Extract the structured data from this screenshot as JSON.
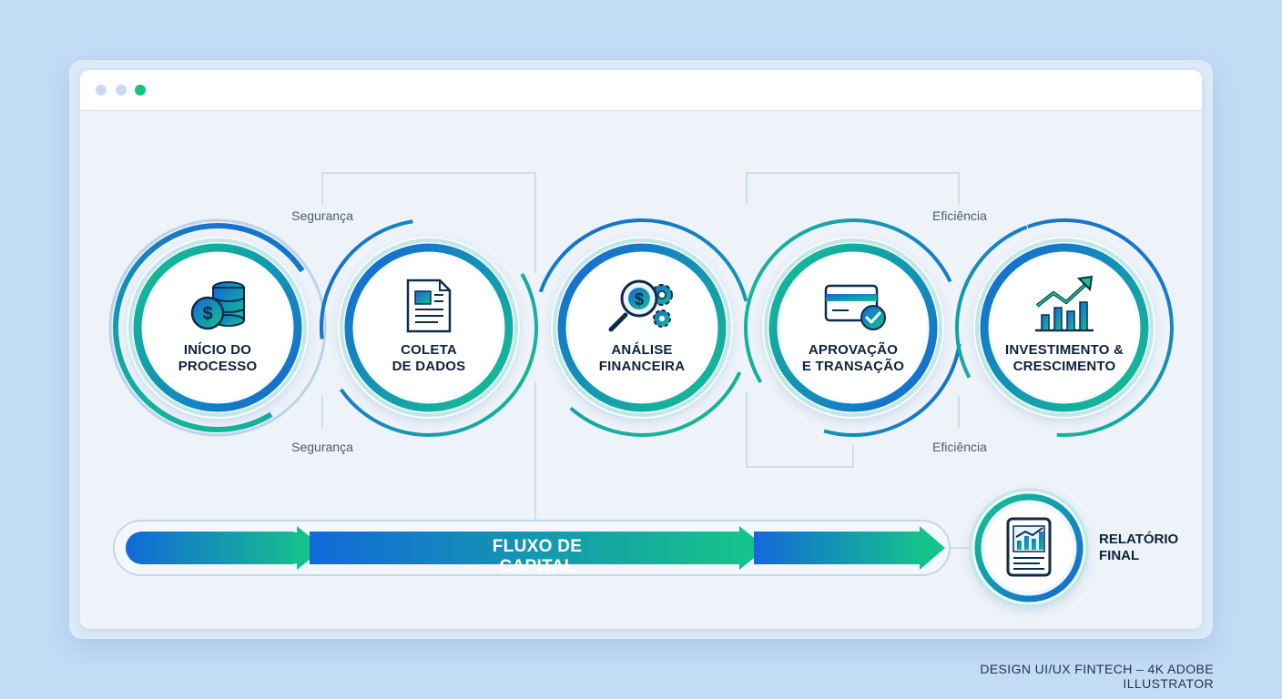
{
  "window": {
    "controls": [
      "minimize-dot",
      "maximize-dot",
      "close-dot"
    ]
  },
  "stages": [
    {
      "line1": "INÍCIO DO",
      "line2": "PROCESSO",
      "icon": "coins-dollar-icon"
    },
    {
      "line1": "COLETA",
      "line2": "DE DADOS",
      "icon": "document-icon"
    },
    {
      "line1": "ANÁLISE",
      "line2": "FINANCEIRA",
      "icon": "magnifier-gear-icon"
    },
    {
      "line1": "APROVAÇÃO",
      "line2": "E TRANSAÇÃO",
      "icon": "card-check-icon"
    },
    {
      "line1": "INVESTIMENTO &",
      "line2": "CRESCIMENTO",
      "icon": "growth-chart-icon"
    }
  ],
  "side_labels": {
    "security_top": "Segurança",
    "security_bottom": "Segurança",
    "efficiency_top": "Eficiência",
    "efficiency_bottom": "Eficiência"
  },
  "flow": {
    "label": "FLUXO DE CAPITAL"
  },
  "report": {
    "line1": "RELATÓRIO",
    "line2": "FINAL",
    "icon": "tablet-report-icon"
  },
  "footer": {
    "text": "DESIGN UI/UX FINTECH – 4K ADOBE ILLUSTRATOR"
  },
  "colors": {
    "blue": "#1565d8",
    "green": "#14c38e",
    "navy": "#0f2a4a",
    "background": "#c3dcf6"
  }
}
